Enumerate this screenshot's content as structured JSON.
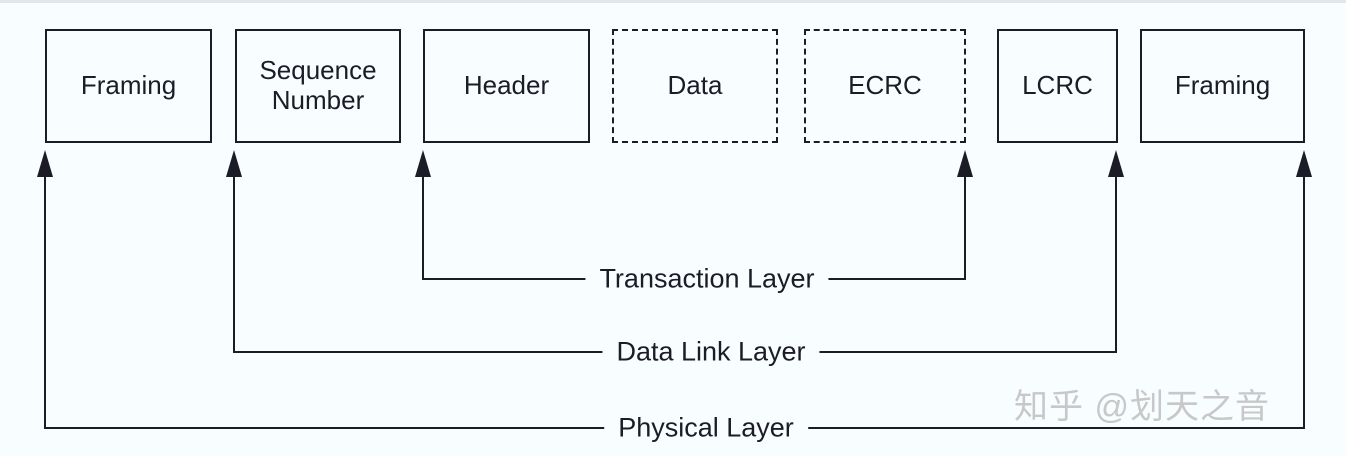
{
  "diagram": {
    "description": "PCIe packet structure by protocol layer",
    "boxes": [
      {
        "label": "Framing",
        "border": "solid"
      },
      {
        "label": "Sequence Number",
        "border": "solid"
      },
      {
        "label": "Header",
        "border": "solid"
      },
      {
        "label": "Data",
        "border": "dashed"
      },
      {
        "label": "ECRC",
        "border": "dashed"
      },
      {
        "label": "LCRC",
        "border": "solid"
      },
      {
        "label": "Framing",
        "border": "solid"
      }
    ],
    "layers": [
      {
        "label": "Transaction Layer",
        "from_box": "Header",
        "to_box": "ECRC"
      },
      {
        "label": "Data Link Layer",
        "from_box": "Sequence Number",
        "to_box": "LCRC"
      },
      {
        "label": "Physical Layer",
        "from_box": "Framing",
        "to_box": "Framing"
      }
    ],
    "watermark": "知乎 @划天之音",
    "colors": {
      "background": "#f8fdff",
      "line": "#1c1c26",
      "watermark": "#c8c8c8"
    }
  }
}
